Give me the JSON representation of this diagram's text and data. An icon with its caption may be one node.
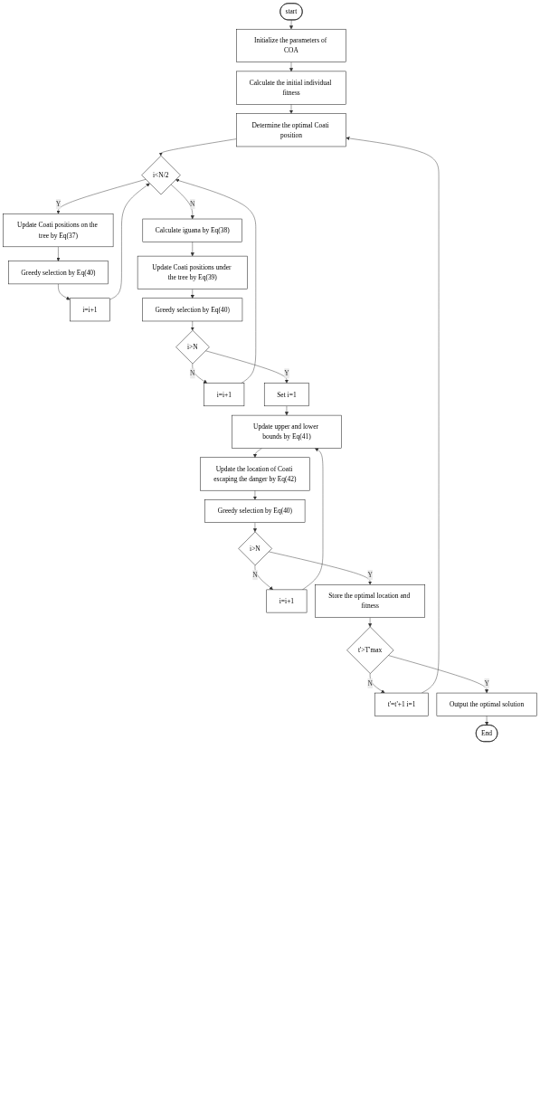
{
  "diagram": {
    "nodes": [
      {
        "text": [
          "start"
        ]
      },
      {
        "text": [
          "Initialize the parameters of COA"
        ]
      },
      {
        "text": [
          "Calculate the initial individual fitness"
        ]
      },
      {
        "text": [
          "Determine the optimal Coati position"
        ]
      },
      {
        "text": [
          "i<N/2"
        ]
      },
      {
        "text": [
          "Update Coati positions on the tree by Eq(37)"
        ]
      },
      {
        "text": [
          "i=i+1"
        ]
      },
      {
        "text": [
          "Greedy selection by Eq(40)"
        ]
      },
      {
        "text": [
          "Calculate iguana by Eq(38)"
        ]
      },
      {
        "text": [
          "Update Coati positions under the tree by Eq(39)"
        ]
      },
      {
        "text": [
          "Greedy selection by Eq(40)"
        ]
      },
      {
        "text": [
          "i=i+1"
        ]
      },
      {
        "text": [
          "i>N"
        ]
      },
      {
        "text": [
          "Set i=1"
        ]
      },
      {
        "text": [
          "Update upper and lower bounds by Eq(41)"
        ]
      },
      {
        "text": [
          "Update the location of Coati escaping the danger by Eq(42)"
        ]
      },
      {
        "text": [
          "Greedy selection by Eq(40)"
        ]
      },
      {
        "text": [
          "i>N"
        ]
      },
      {
        "text": [
          "i=i+1"
        ]
      },
      {
        "text": [
          "Store the optimal location and fitness"
        ]
      },
      {
        "text": [
          "t'>T'max"
        ]
      },
      {
        "text": [
          "t'=t'+1 i=1"
        ]
      },
      {
        "text": [
          "Output the optimal solution"
        ]
      },
      {
        "text": [
          "End"
        ]
      }
    ],
    "edges": [
      {
        "from": 0,
        "to": 1,
        "arrow": "to"
      },
      {
        "from": 1,
        "to": 2,
        "arrow": "to"
      },
      {
        "from": 2,
        "to": 3,
        "arrow": "to"
      },
      {
        "from": 3,
        "to": 4,
        "arrow": "to"
      },
      {
        "from": 4,
        "to": 5,
        "arrow": "to",
        "label": "Y"
      },
      {
        "from": 4,
        "to": 8,
        "arrow": "to",
        "label": "N"
      },
      {
        "from": 5,
        "to": 7,
        "arrow": "to"
      },
      {
        "from": 7,
        "to": 6,
        "arrow": "to"
      },
      {
        "from": 6,
        "to": 4,
        "arrow": "to"
      },
      {
        "from": 8,
        "to": 9,
        "arrow": "to"
      },
      {
        "from": 9,
        "to": 10,
        "arrow": "to"
      },
      {
        "from": 10,
        "to": 12,
        "arrow": "to"
      },
      {
        "from": 12,
        "to": 11,
        "arrow": "to",
        "label": "N"
      },
      {
        "from": 11,
        "to": 4,
        "arrow": "to"
      },
      {
        "from": 12,
        "to": 13,
        "arrow": "to",
        "label": "Y"
      },
      {
        "from": 13,
        "to": 14,
        "arrow": "to"
      },
      {
        "from": 14,
        "to": 15,
        "arrow": "to"
      },
      {
        "from": 15,
        "to": 16,
        "arrow": "to"
      },
      {
        "from": 16,
        "to": 17,
        "arrow": "to"
      },
      {
        "from": 17,
        "to": 18,
        "arrow": "to",
        "label": "N"
      },
      {
        "from": 18,
        "to": 14,
        "arrow": "to"
      },
      {
        "from": 17,
        "to": 19,
        "arrow": "to",
        "label": "Y"
      },
      {
        "from": 19,
        "to": 20,
        "arrow": "to"
      },
      {
        "from": 20,
        "to": 21,
        "arrow": "to",
        "label": "N"
      },
      {
        "from": 21,
        "to": 3,
        "arrow": "to"
      },
      {
        "from": 20,
        "to": 22,
        "arrow": "to",
        "label": "Y"
      },
      {
        "from": 22,
        "to": 23,
        "arrow": "to"
      }
    ]
  }
}
